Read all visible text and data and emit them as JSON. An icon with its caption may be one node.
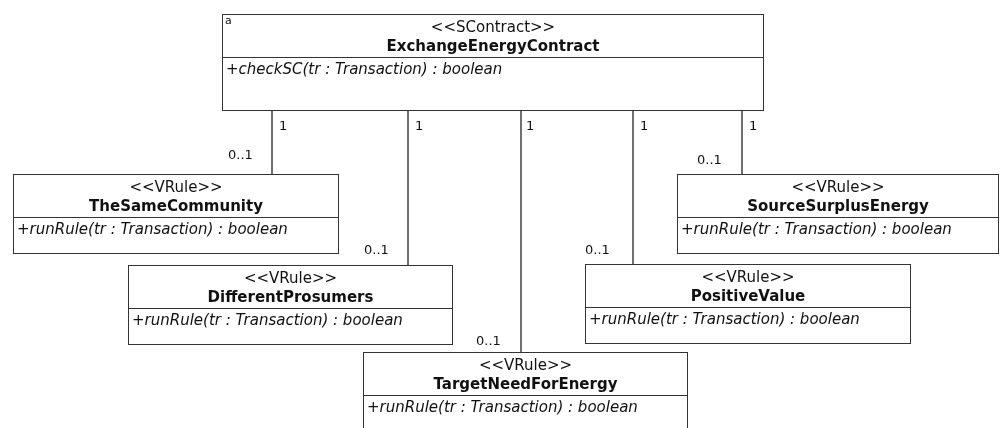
{
  "diagram": {
    "nodes": [
      {
        "text": [
          "<<SContract>>",
          "ExchangeEnergyContract",
          "+checkSC(tr : Transaction) : boolean"
        ]
      },
      {
        "text": [
          "<<VRule>>",
          "TheSameCommunity",
          "+runRule(tr : Transaction) : boolean"
        ]
      },
      {
        "text": [
          "<<VRule>>",
          "SourceSurplusEnergy",
          "+runRule(tr : Transaction) : boolean"
        ]
      },
      {
        "text": [
          "<<VRule>>",
          "DifferentProsumers",
          "+runRule(tr : Transaction) : boolean"
        ]
      },
      {
        "text": [
          "<<VRule>>",
          "PositiveValue",
          "+runRule(tr : Transaction) : boolean"
        ]
      },
      {
        "text": [
          "<<VRule>>",
          "TargetNeedForEnergy",
          "+runRule(tr : Transaction) : boolean"
        ]
      }
    ],
    "edges": [
      {
        "from": 0,
        "to": 1,
        "arrow": "none"
      },
      {
        "from": 0,
        "to": 3,
        "arrow": "none"
      },
      {
        "from": 0,
        "to": 5,
        "arrow": "none"
      },
      {
        "from": 0,
        "to": 4,
        "arrow": "none"
      },
      {
        "from": 0,
        "to": 2,
        "arrow": "none"
      }
    ],
    "labels": [
      "a",
      "1",
      "1",
      "1",
      "1",
      "1",
      "0..1",
      "0..1",
      "0..1",
      "0..1",
      "0..1"
    ]
  }
}
